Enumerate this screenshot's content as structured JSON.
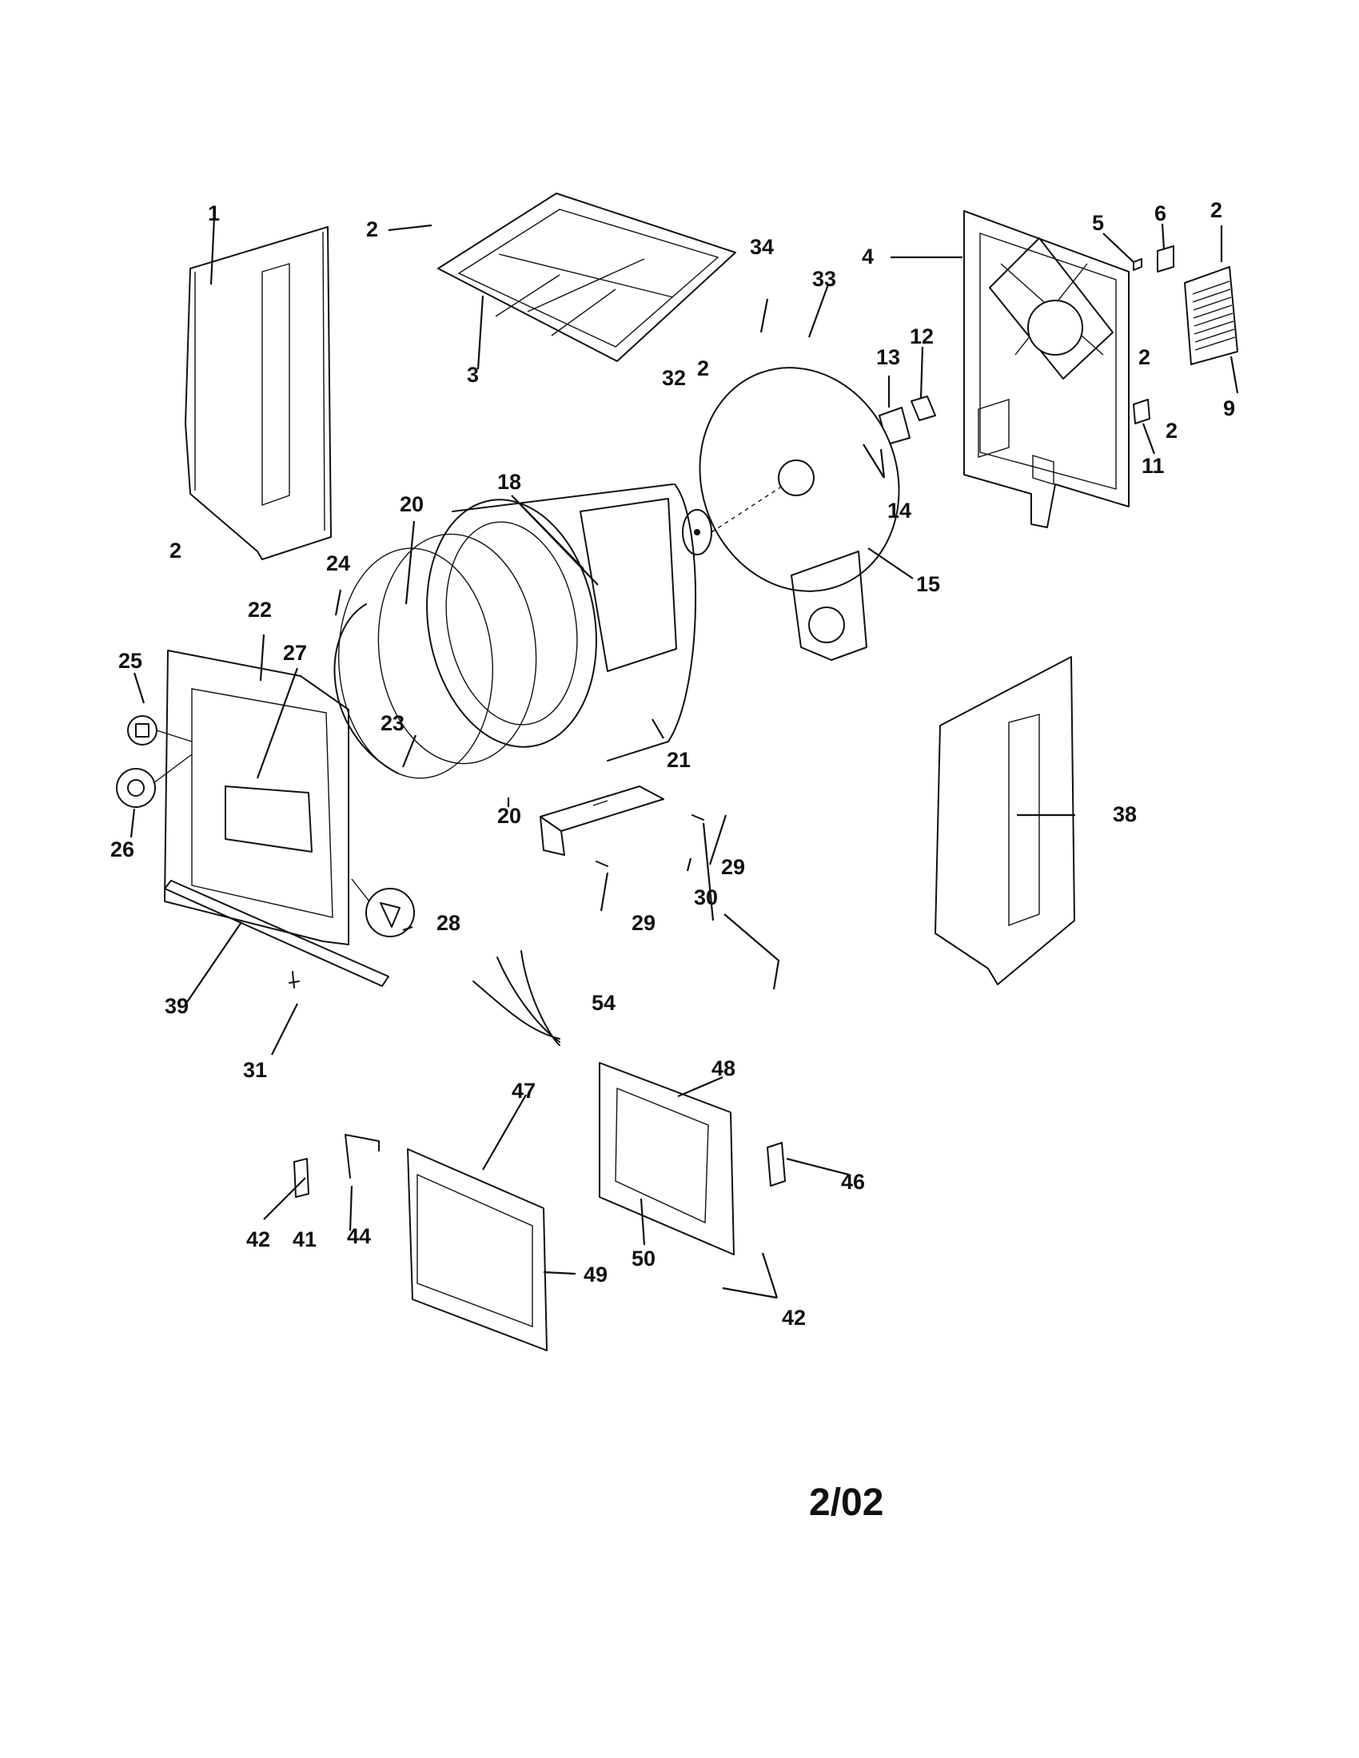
{
  "diagram": {
    "revision": "2/02",
    "callouts": [
      "1",
      "2",
      "3",
      "4",
      "5",
      "6",
      "9",
      "11",
      "12",
      "13",
      "14",
      "15",
      "18",
      "20",
      "21",
      "22",
      "23",
      "24",
      "25",
      "26",
      "27",
      "28",
      "29",
      "30",
      "31",
      "32",
      "33",
      "34",
      "38",
      "39",
      "41",
      "42",
      "44",
      "46",
      "47",
      "48",
      "49",
      "50",
      "54"
    ]
  }
}
